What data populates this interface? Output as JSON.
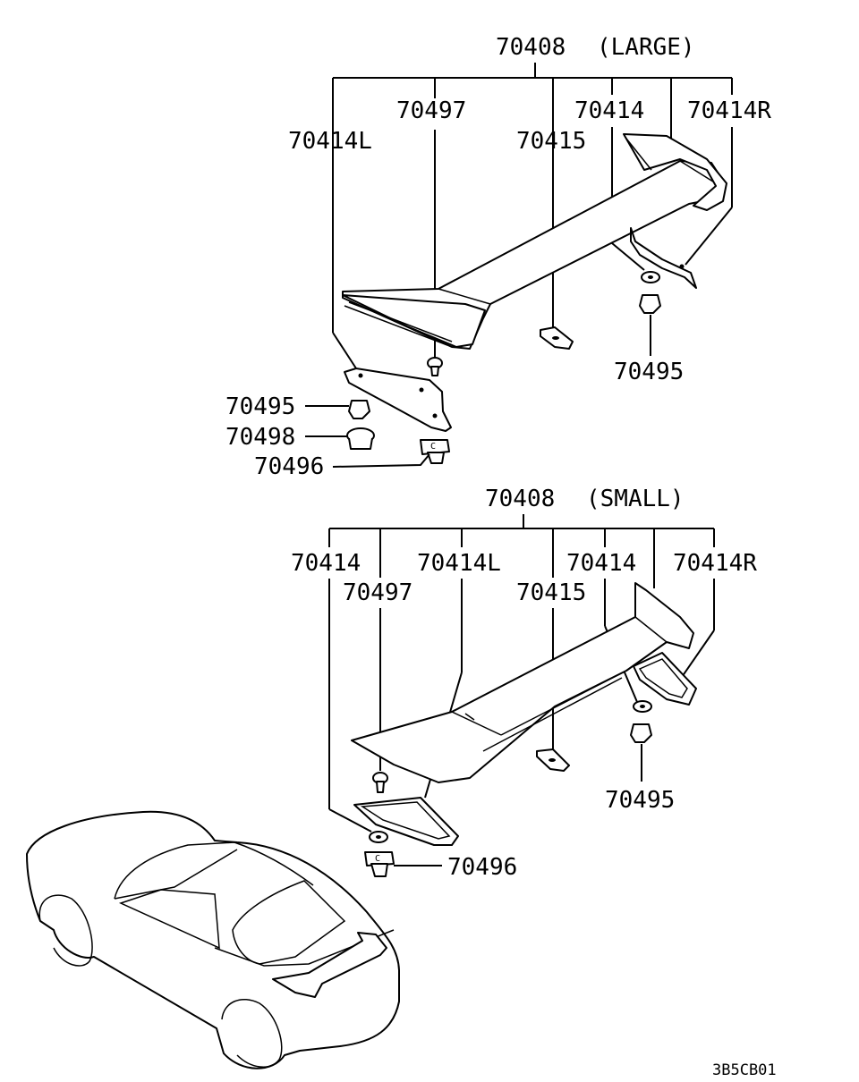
{
  "large": {
    "title_number": "70408",
    "title_variant": "(LARGE)",
    "labels": {
      "p70497": "70497",
      "p70414": "70414",
      "p70414R": "70414R",
      "p70414L": "70414L",
      "p70415": "70415",
      "p70495_right": "70495",
      "p70495_left": "70495",
      "p70498": "70498",
      "p70496": "70496"
    }
  },
  "small": {
    "title_number": "70408",
    "title_variant": "(SMALL)",
    "labels": {
      "p70414_left": "70414",
      "p70414L": "70414L",
      "p70414_right": "70414",
      "p70414R": "70414R",
      "p70497": "70497",
      "p70415": "70415",
      "p70495": "70495",
      "p70496": "70496"
    }
  },
  "reference_code": "3B5CB01"
}
